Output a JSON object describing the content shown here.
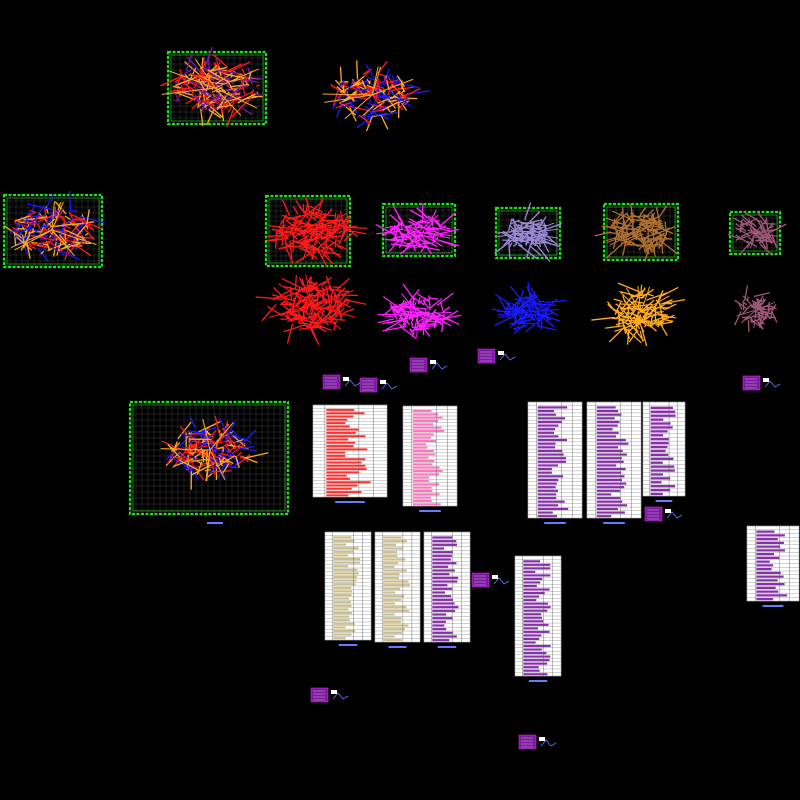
{
  "view": {
    "title": "",
    "background": "#000000"
  },
  "colors": {
    "frame_green": "#22dd22",
    "grid_gray": "#3a3a3a",
    "red": "#ff1a1a",
    "orange": "#ffaa22",
    "magenta": "#ff22ff",
    "blue": "#1a1aff",
    "lavender": "#9a8ad8",
    "brown": "#b07030",
    "mauve": "#a05878",
    "purple": "#7a1aa0",
    "label_blue": "#6a7aff",
    "table_white": "#ffffff",
    "table_pink": "#ff66bb",
    "table_khaki": "#c8b880"
  },
  "drawing_groups": [
    {
      "id": "plan-overview-top",
      "scribble": [
        "orange",
        "red",
        "purple"
      ],
      "framed": true
    },
    {
      "id": "plan-top-loose",
      "scribble": [
        "orange",
        "red",
        "blue"
      ],
      "framed": false
    },
    {
      "id": "plan-left",
      "scribble": [
        "orange",
        "red",
        "blue"
      ],
      "framed": true
    },
    {
      "id": "plan-red",
      "scribble": [
        "red"
      ],
      "framed": true
    },
    {
      "id": "plan-magenta",
      "scribble": [
        "magenta"
      ],
      "framed": true
    },
    {
      "id": "plan-lavender",
      "scribble": [
        "lavender"
      ],
      "framed": true
    },
    {
      "id": "plan-brown",
      "scribble": [
        "brown"
      ],
      "framed": true
    },
    {
      "id": "plan-mauve",
      "scribble": [
        "mauve"
      ],
      "framed": true
    },
    {
      "id": "detail-red",
      "scribble": [
        "red"
      ],
      "framed": false
    },
    {
      "id": "detail-magenta",
      "scribble": [
        "magenta"
      ],
      "framed": false
    },
    {
      "id": "detail-blue",
      "scribble": [
        "blue"
      ],
      "framed": false
    },
    {
      "id": "detail-orange",
      "scribble": [
        "orange"
      ],
      "framed": false
    },
    {
      "id": "detail-mauve",
      "scribble": [
        "mauve"
      ],
      "framed": false
    },
    {
      "id": "plan-main-large",
      "scribble": [
        "orange",
        "red",
        "blue"
      ],
      "framed": true
    }
  ],
  "tables": [
    {
      "id": "schedule-red",
      "fill": "red",
      "rows": 28
    },
    {
      "id": "schedule-magenta",
      "fill": "magenta",
      "rows": 30
    },
    {
      "id": "schedule-purple-a",
      "fill": "purple",
      "rows": 32
    },
    {
      "id": "schedule-purple-b",
      "fill": "purple",
      "rows": 32
    },
    {
      "id": "schedule-purple-c",
      "fill": "purple",
      "rows": 24
    },
    {
      "id": "schedule-khaki-a",
      "fill": "khaki",
      "rows": 30
    },
    {
      "id": "schedule-khaki-b",
      "fill": "khaki",
      "rows": 30
    },
    {
      "id": "schedule-purple-d",
      "fill": "purple",
      "rows": 30
    },
    {
      "id": "schedule-purple-e",
      "fill": "purple",
      "rows": 34
    },
    {
      "id": "schedule-right",
      "fill": "purple",
      "rows": 20
    }
  ],
  "legend_blocks": [
    {
      "id": "legend-1"
    },
    {
      "id": "legend-2"
    },
    {
      "id": "legend-3"
    },
    {
      "id": "legend-4"
    },
    {
      "id": "legend-5"
    },
    {
      "id": "legend-6"
    },
    {
      "id": "legend-7"
    },
    {
      "id": "legend-8"
    },
    {
      "id": "legend-9"
    }
  ]
}
